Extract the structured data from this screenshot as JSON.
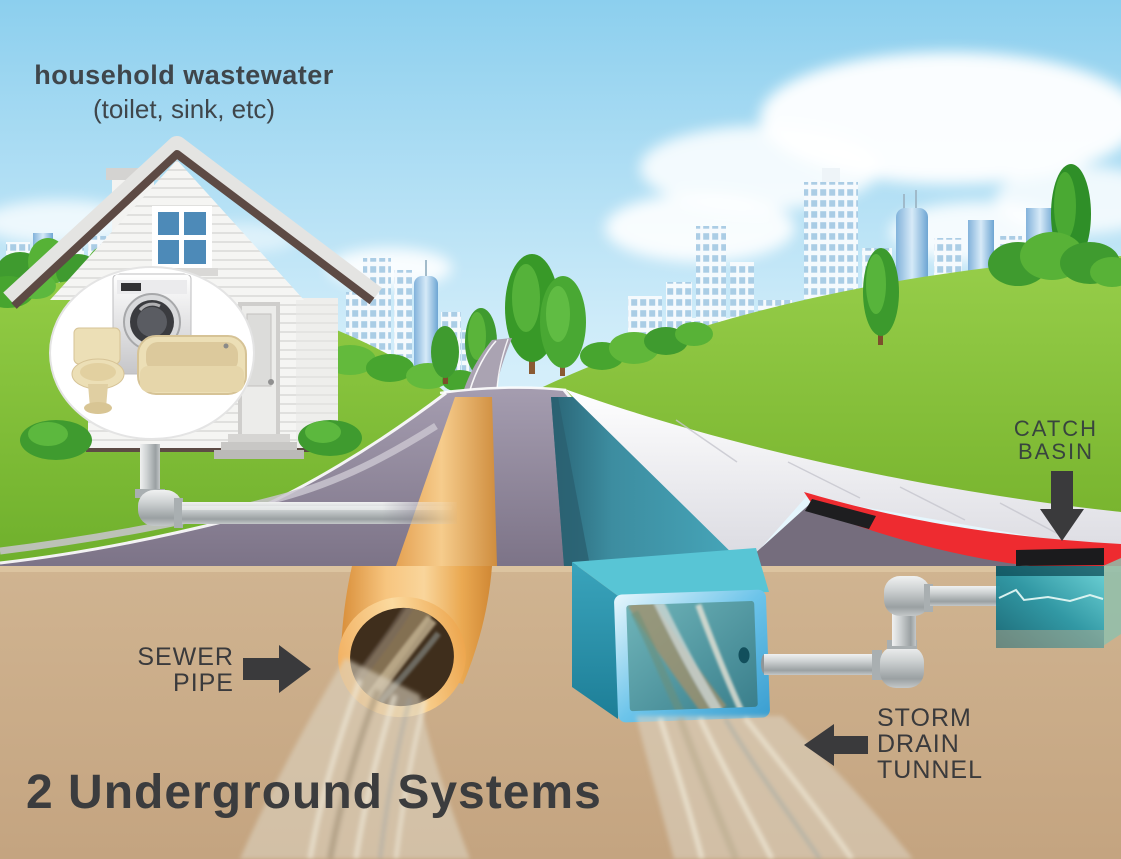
{
  "title": {
    "text": "2 Underground Systems"
  },
  "labels": {
    "household": {
      "heading": "household wastewater",
      "sub": "(toilet, sink, etc)"
    },
    "catch_basin": {
      "lines": [
        "CATCH",
        "BASIN"
      ],
      "arrow_icon": "down-arrow-icon"
    },
    "sewer_pipe": {
      "lines": [
        "SEWER",
        "PIPE"
      ],
      "arrow_icon": "right-arrow-icon"
    },
    "storm_drain_tunnel": {
      "lines": [
        "STORM",
        "DRAIN",
        "TUNNEL"
      ],
      "arrow_icon": "left-arrow-icon"
    }
  },
  "palette": {
    "sky_top": "#8ccfee",
    "sky_horizon": "#edf9fe",
    "grass_green": "#84c43d",
    "tree_green": "#3f9b2f",
    "soil_tan": "#c9ac8a",
    "road_gray": "#837a8c",
    "sidewalk": "#eeeef2",
    "curb_red": "#ee2b30",
    "sewer_orange": "#f0b266",
    "storm_teal": "#3fa9bd",
    "catch_basin_teal": "#1f8a9c",
    "pipe_metal": "#c2c6c7",
    "label_dark": "#3b3c3e",
    "arrow_dark": "#3a3a3c",
    "house_white": "#f5f5f3",
    "roof_trim_brown": "#5d4a44",
    "fixture_cream": "#ecdfb6",
    "window_blue": "#4d8ab8"
  }
}
